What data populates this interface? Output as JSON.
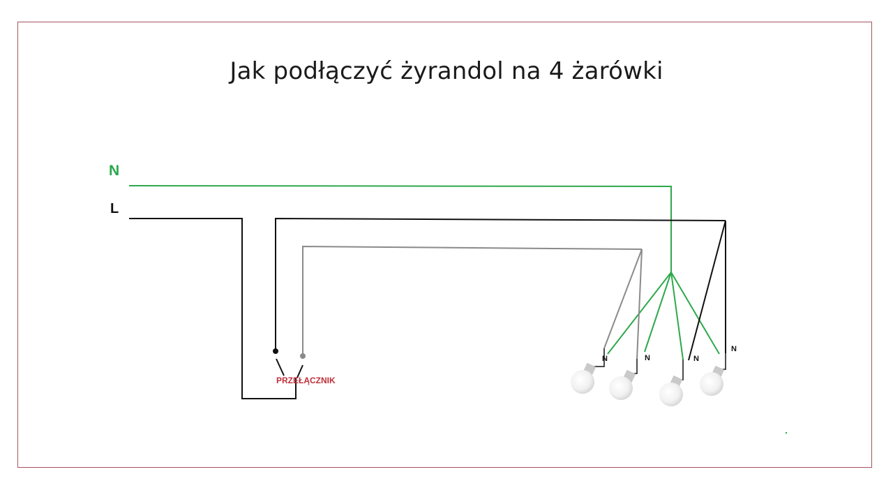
{
  "title": "Jak podłączyć żyrandol na 4 żarówki",
  "labels": {
    "neutral": "N",
    "line": "L",
    "switch": "PRZEŁĄCZNIK"
  },
  "bulbs": [
    {
      "terminal": "N"
    },
    {
      "terminal": "N"
    },
    {
      "terminal": "N"
    },
    {
      "terminal": "N"
    }
  ],
  "colors": {
    "neutral_wire": "#2ea84b",
    "line_wire": "#111111",
    "switched_wire": "#8a8a8a",
    "frame": "#a5525f",
    "switch_label": "#c0303a"
  }
}
